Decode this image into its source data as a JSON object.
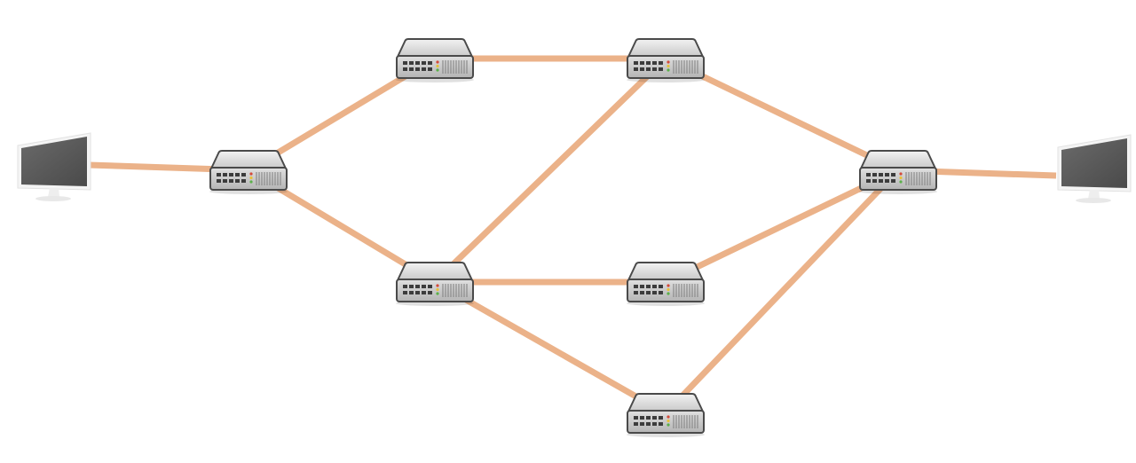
{
  "colors": {
    "link": "#ebb289",
    "background": "#ffffff",
    "screen": "#585858",
    "device_body": "#d6d6d6",
    "device_outline": "#4a4a4a"
  },
  "nodes": [
    {
      "id": "pc-left",
      "type": "computer",
      "icon": "monitor-icon"
    },
    {
      "id": "sw-1",
      "type": "switch",
      "icon": "network-switch-icon"
    },
    {
      "id": "sw-2",
      "type": "switch",
      "icon": "network-switch-icon"
    },
    {
      "id": "sw-3",
      "type": "switch",
      "icon": "network-switch-icon"
    },
    {
      "id": "sw-4",
      "type": "switch",
      "icon": "network-switch-icon"
    },
    {
      "id": "sw-5",
      "type": "switch",
      "icon": "network-switch-icon"
    },
    {
      "id": "sw-6",
      "type": "switch",
      "icon": "network-switch-icon"
    },
    {
      "id": "sw-7",
      "type": "switch",
      "icon": "network-switch-icon"
    },
    {
      "id": "pc-right",
      "type": "computer",
      "icon": "monitor-icon"
    }
  ],
  "links": [
    {
      "from": "pc-left",
      "to": "sw-1"
    },
    {
      "from": "sw-1",
      "to": "sw-2"
    },
    {
      "from": "sw-1",
      "to": "sw-3"
    },
    {
      "from": "sw-2",
      "to": "sw-4"
    },
    {
      "from": "sw-3",
      "to": "sw-4"
    },
    {
      "from": "sw-3",
      "to": "sw-5"
    },
    {
      "from": "sw-3",
      "to": "sw-6"
    },
    {
      "from": "sw-4",
      "to": "sw-7"
    },
    {
      "from": "sw-5",
      "to": "sw-7"
    },
    {
      "from": "sw-6",
      "to": "sw-7"
    },
    {
      "from": "sw-7",
      "to": "pc-right"
    }
  ]
}
